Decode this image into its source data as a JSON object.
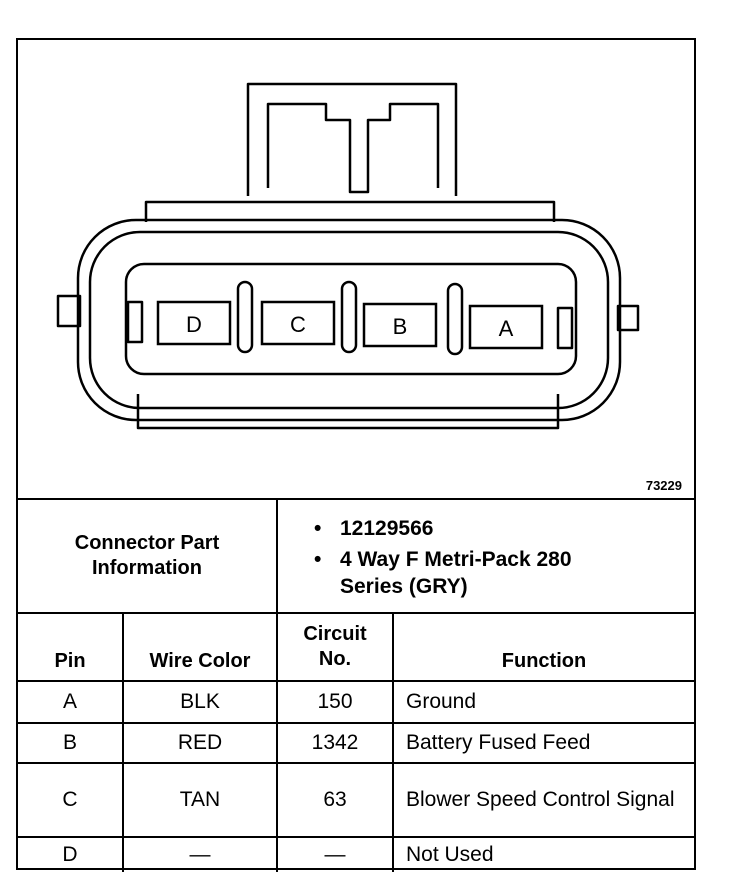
{
  "figure_number": "73229",
  "connector": {
    "pins": [
      {
        "id": "D"
      },
      {
        "id": "C"
      },
      {
        "id": "B"
      },
      {
        "id": "A"
      }
    ]
  },
  "part_info": {
    "label": "Connector Part Information",
    "bullet_symbol": "•",
    "items": [
      "12129566",
      "4 Way F Metri-Pack 280 Series (GRY)"
    ]
  },
  "table": {
    "headers": {
      "pin": "Pin",
      "wire_color": "Wire Color",
      "circuit_no": "Circuit No.",
      "function": "Function"
    },
    "rows": [
      {
        "pin": "A",
        "wire_color": "BLK",
        "circuit_no": "150",
        "function": "Ground"
      },
      {
        "pin": "B",
        "wire_color": "RED",
        "circuit_no": "1342",
        "function": "Battery Fused Feed"
      },
      {
        "pin": "C",
        "wire_color": "TAN",
        "circuit_no": "63",
        "function": "Blower Speed Control Signal"
      },
      {
        "pin": "D",
        "wire_color": "—",
        "circuit_no": "—",
        "function": "Not Used"
      }
    ]
  }
}
